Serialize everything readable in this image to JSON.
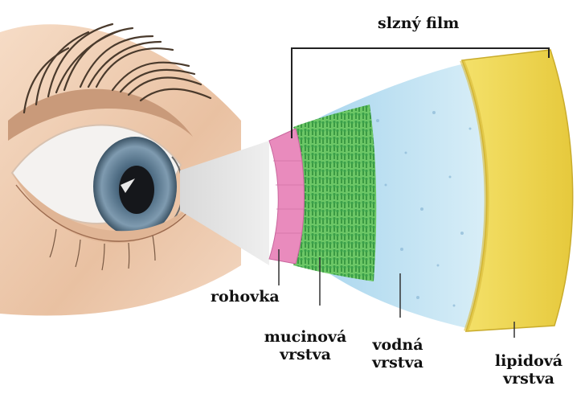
{
  "title": "slzný film",
  "labels": {
    "cornea": "rohovka",
    "mucin": {
      "line1": "mucinová",
      "line2": "vrstva"
    },
    "aqueous": {
      "line1": "vodná",
      "line2": "vrstva"
    },
    "lipid": {
      "line1": "lipidová",
      "line2": "vrstva"
    }
  },
  "colors": {
    "cornea_layer": "#e98bbd",
    "mucin_layer": "#5cbf5a",
    "aqueous_layer": "#bfe3f3",
    "lipid_layer": "#ecd54f",
    "iris": "#5d7c93",
    "skin": "#f0cfb5",
    "lashes": "#4a3a2c"
  }
}
